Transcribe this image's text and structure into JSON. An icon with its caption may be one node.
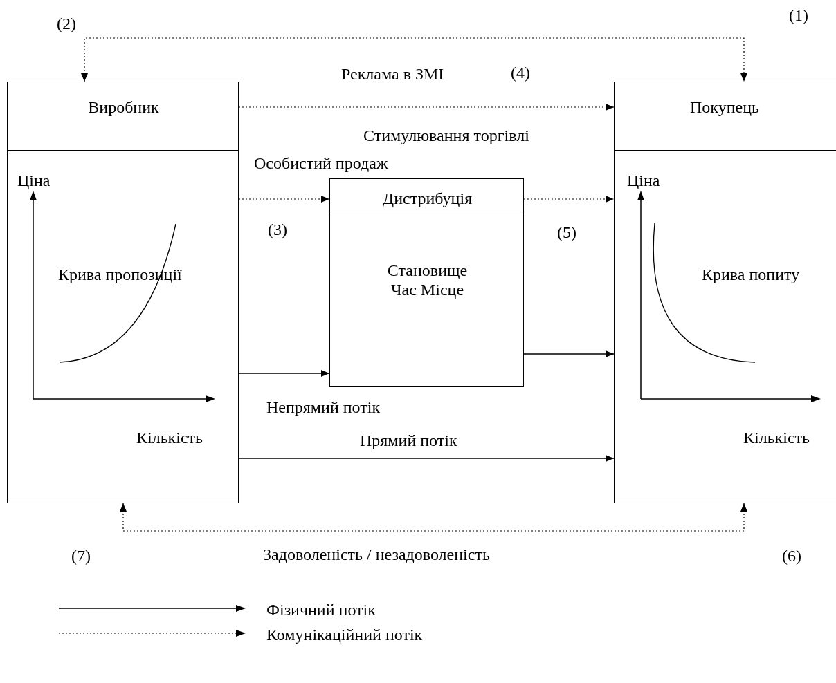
{
  "diagram": {
    "nodes": [
      {
        "text": [
          "Виробник",
          "Ціна",
          "Крива пропозиції",
          "Кількість"
        ]
      },
      {
        "text": [
          "Дистрибуція",
          "Становище Час Місце"
        ]
      },
      {
        "text": [
          "Покупець",
          "Ціна",
          "Крива попиту",
          "Кількість"
        ]
      }
    ],
    "edges": [
      {
        "from": 0,
        "to": 2,
        "arrow": "both",
        "style": "dashed"
      },
      {
        "from": 0,
        "to": 2,
        "arrow": "to",
        "style": "dashed",
        "label": "Реклама в ЗМІ"
      },
      {
        "from": 0,
        "to": 1,
        "arrow": "to",
        "style": "dashed"
      },
      {
        "from": 1,
        "to": 2,
        "arrow": "to",
        "style": "dashed"
      },
      {
        "from": 0,
        "to": 1,
        "arrow": "to"
      },
      {
        "from": 1,
        "to": 2,
        "arrow": "to"
      },
      {
        "from": 0,
        "to": 2,
        "arrow": "to",
        "label": "Прямий потік"
      },
      {
        "from": 0,
        "to": 2,
        "arrow": "both",
        "style": "dashed",
        "label": "Задоволеність / незадоволеність"
      }
    ],
    "labels": [
      "(1)",
      "(2)",
      "(4)",
      "Стимулювання торгівлі",
      "Особистий продаж",
      "(3)",
      "(5)",
      "Непрямий потік",
      "(7)",
      "(6)"
    ],
    "legend": [
      {
        "text": "Фізичний потік"
      },
      {
        "text": "Комунікаційний потік"
      }
    ]
  }
}
